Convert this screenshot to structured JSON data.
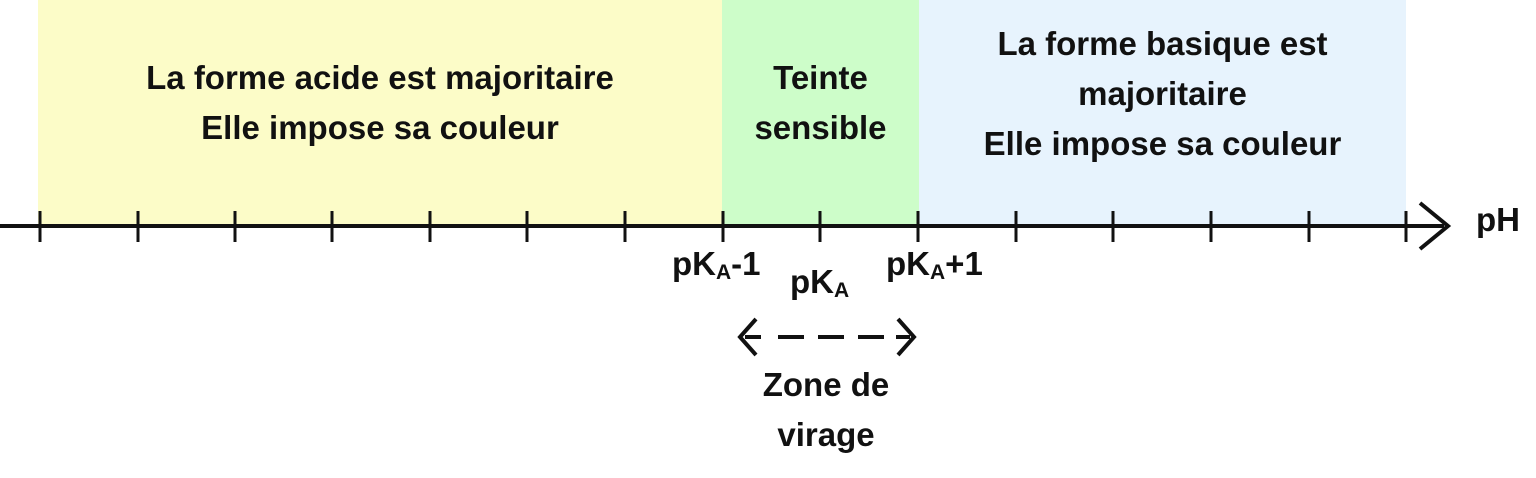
{
  "zones": {
    "acid": {
      "line1": "La forme acide est majoritaire",
      "line2": "Elle impose sa couleur",
      "color": "#fcfcc8"
    },
    "sensitive": {
      "line1": "Teinte",
      "line2": "sensible",
      "color": "#cdfdc9"
    },
    "basic": {
      "line1": "La forme basique est",
      "line2": "majoritaire",
      "line3": "Elle impose sa couleur",
      "color": "#e7f3fd"
    }
  },
  "axis": {
    "label": "pH",
    "tick_labels": {
      "pka_minus": {
        "base": "pK",
        "sub": "A",
        "suffix": "-1"
      },
      "pka": {
        "base": "pK",
        "sub": "A",
        "suffix": ""
      },
      "pka_plus": {
        "base": "pK",
        "sub": "A",
        "suffix": "+1"
      }
    }
  },
  "transition": {
    "line1": "Zone de",
    "line2": "virage"
  }
}
